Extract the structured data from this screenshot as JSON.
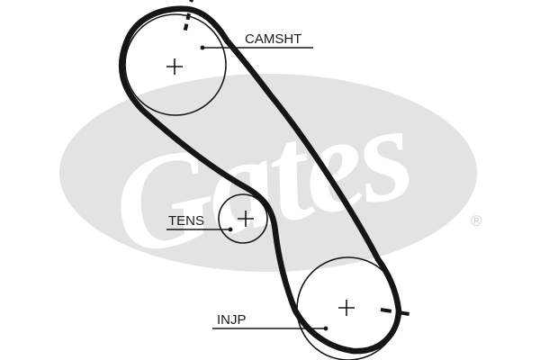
{
  "watermark": {
    "logo_text": "Gates",
    "registered_mark": "®",
    "color": "#e3e3e3"
  },
  "belt_color": "#151515",
  "pulleys": [
    {
      "id": "camshaft",
      "label": "CAMSHT"
    },
    {
      "id": "tensioner",
      "label": "TENS"
    },
    {
      "id": "injection-pump",
      "label": "INJP"
    }
  ],
  "icons": {
    "center_mark": "crosshair-plus-icon",
    "timing_mark": "timing-dash-icon"
  }
}
